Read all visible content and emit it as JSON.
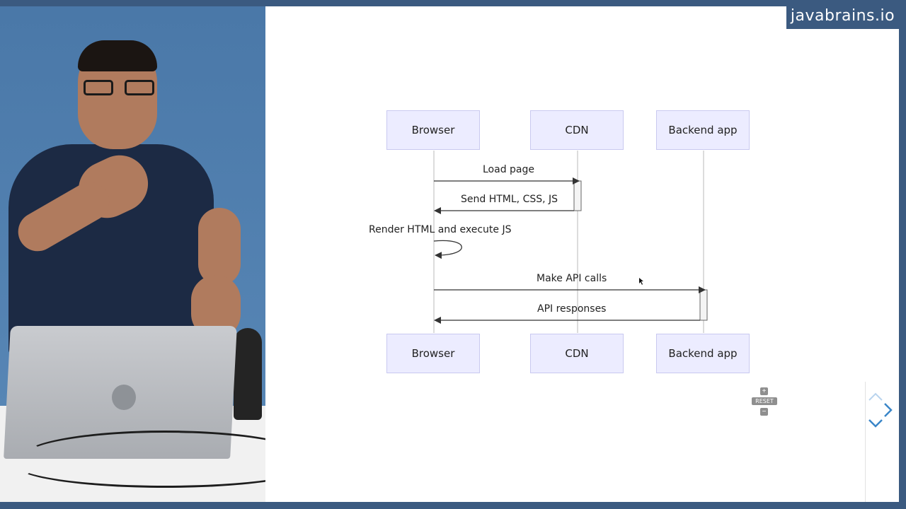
{
  "brand": {
    "label": "javabrains.io"
  },
  "diagram": {
    "actors_top": [
      "Browser",
      "CDN",
      "Backend app"
    ],
    "actors_bottom": [
      "Browser",
      "CDN",
      "Backend app"
    ],
    "messages": [
      {
        "from": "Browser",
        "to": "CDN",
        "label": "Load page"
      },
      {
        "from": "CDN",
        "to": "Browser",
        "label": "Send HTML, CSS, JS"
      },
      {
        "from": "Browser",
        "to": "Browser",
        "label": "Render HTML and execute JS"
      },
      {
        "from": "Browser",
        "to": "Backend app",
        "label": "Make API calls"
      },
      {
        "from": "Backend app",
        "to": "Browser",
        "label": "API responses"
      }
    ]
  },
  "zoom_controls": {
    "plus": "+",
    "reset": "RESET",
    "minus": "−"
  },
  "colors": {
    "frame": "#3b5a80",
    "actor_fill": "#ececff",
    "nav_arrow": "#3a86c8"
  }
}
